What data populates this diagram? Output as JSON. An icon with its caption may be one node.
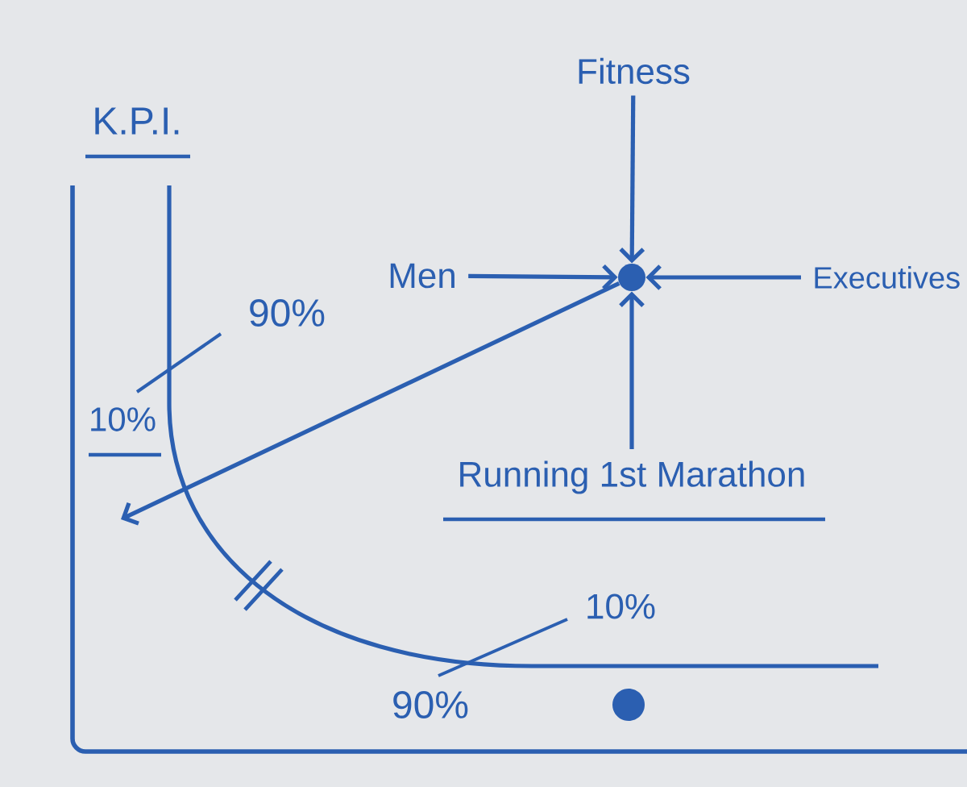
{
  "diagram": {
    "nodes": [
      {
        "text": [
          "Fitness"
        ]
      },
      {
        "text": [
          "Men"
        ]
      },
      {
        "text": [],
        "shape": "circle"
      },
      {
        "text": [
          "Executives"
        ]
      },
      {
        "text": [
          "Running 1st Marathon"
        ]
      },
      {
        "text": [],
        "shape": "circle"
      }
    ],
    "edges": [
      {
        "from": 0,
        "to": 2,
        "arrow": "to"
      },
      {
        "from": 1,
        "to": 2,
        "arrow": "to"
      },
      {
        "from": 3,
        "to": 2,
        "arrow": "to"
      },
      {
        "from": 4,
        "to": 2,
        "arrow": "to"
      },
      {
        "from": 2,
        "to": null,
        "arrow": "to"
      }
    ],
    "labels": [
      "K.P.I.",
      "90%",
      "10%",
      "10%",
      "90%"
    ]
  }
}
